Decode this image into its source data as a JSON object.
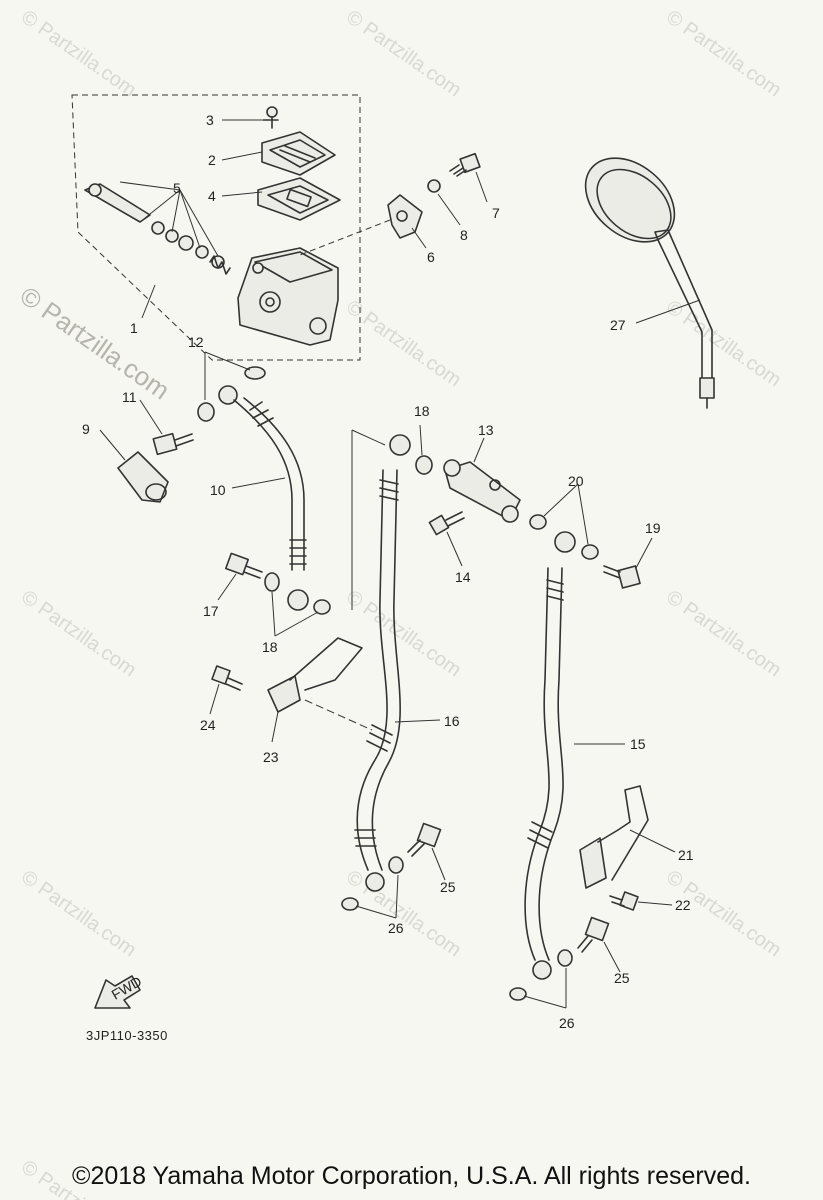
{
  "watermark": {
    "text": "© Partzilla.com",
    "color": "#d9d9d3"
  },
  "diagram": {
    "code": "3JP110-3350",
    "fwd_label": "FWD",
    "callouts": {
      "c1": "1",
      "c2": "2",
      "c3": "3",
      "c4": "4",
      "c5": "5",
      "c6": "6",
      "c7": "7",
      "c8": "8",
      "c9": "9",
      "c10": "10",
      "c11": "11",
      "c12": "12",
      "c13": "13",
      "c14": "14",
      "c15": "15",
      "c16": "16",
      "c17": "17",
      "c18a": "18",
      "c18b": "18",
      "c19": "19",
      "c20": "20",
      "c21": "21",
      "c22": "22",
      "c23": "23",
      "c24": "24",
      "c25a": "25",
      "c25b": "25",
      "c26a": "26",
      "c26b": "26",
      "c27": "27"
    }
  },
  "copyright": "©2018 Yamaha Motor Corporation, U.S.A. All rights reserved."
}
